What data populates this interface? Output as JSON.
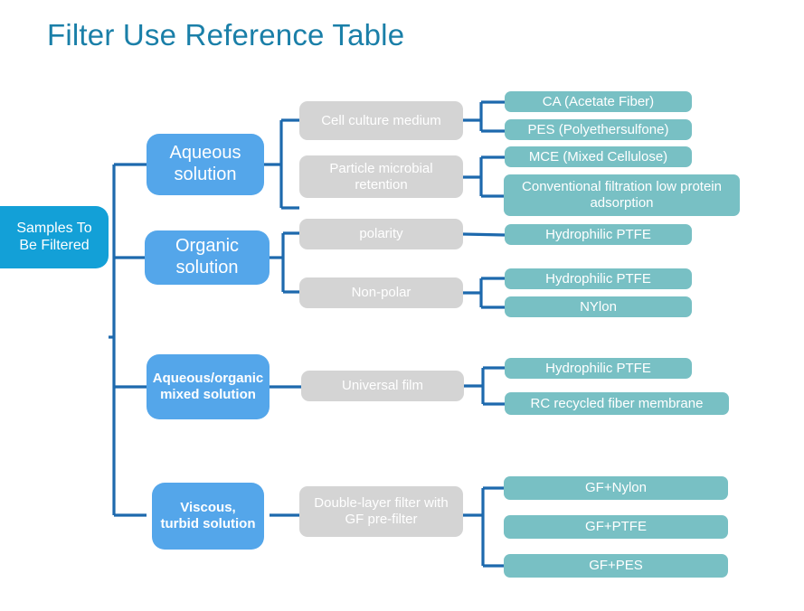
{
  "page": {
    "title": "Filter Use Reference Table",
    "title_color": "#1a7fa8",
    "background": "#ffffff"
  },
  "colors": {
    "root_node": "#13a0d7",
    "level1_node": "#54a6ea",
    "level2_node": "#d4d4d4",
    "leaf_node": "#78c0c4",
    "connector_line": "#1d69ad",
    "node_text": "#ffffff"
  },
  "diagram": {
    "type": "tree",
    "root": {
      "label": "Samples To Be Filtered"
    },
    "branches": [
      {
        "label": "Aqueous solution",
        "children": [
          {
            "label": "Cell culture medium",
            "leaves": [
              {
                "label": "CA (Acetate Fiber)"
              },
              {
                "label": "PES (Polyethersulfone)"
              }
            ]
          },
          {
            "label": "Particle microbial retention",
            "leaves": [
              {
                "label": "MCE (Mixed Cellulose)"
              },
              {
                "label": "Conventional filtration low protein adsorption"
              }
            ]
          }
        ]
      },
      {
        "label": "Organic solution",
        "children": [
          {
            "label": "polarity",
            "leaves": [
              {
                "label": "Hydrophilic PTFE"
              }
            ]
          },
          {
            "label": "Non-polar",
            "leaves": [
              {
                "label": "Hydrophilic PTFE"
              },
              {
                "label": "NYlon"
              }
            ]
          }
        ]
      },
      {
        "label": "Aqueous/organic mixed solution",
        "children": [
          {
            "label": "Universal film",
            "leaves": [
              {
                "label": "Hydrophilic PTFE"
              },
              {
                "label": "RC recycled fiber membrane"
              }
            ]
          }
        ]
      },
      {
        "label": "Viscous, turbid solution",
        "children": [
          {
            "label": "Double-layer filter with GF pre-filter",
            "leaves": [
              {
                "label": "GF+Nylon"
              },
              {
                "label": "GF+PTFE"
              },
              {
                "label": "GF+PES"
              }
            ]
          }
        ]
      }
    ]
  }
}
